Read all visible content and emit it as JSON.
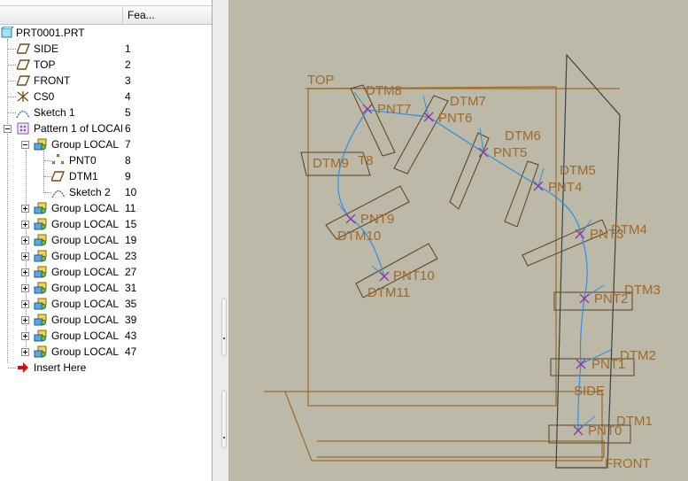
{
  "tree": {
    "column_feature": "Fea...",
    "items": [
      {
        "label": "PRT0001.PRT",
        "num": ""
      },
      {
        "label": "SIDE",
        "num": "1"
      },
      {
        "label": "TOP",
        "num": "2"
      },
      {
        "label": "FRONT",
        "num": "3"
      },
      {
        "label": "CS0",
        "num": "4"
      },
      {
        "label": "Sketch 1",
        "num": "5"
      },
      {
        "label": "Pattern 1 of LOCAL",
        "num": "6"
      },
      {
        "label": "Group LOCAL",
        "num": "7"
      },
      {
        "label": "PNT0",
        "num": "8"
      },
      {
        "label": "DTM1",
        "num": "9"
      },
      {
        "label": "Sketch 2",
        "num": "10"
      },
      {
        "label": "Group LOCAL",
        "num": "11"
      },
      {
        "label": "Group LOCAL",
        "num": "15"
      },
      {
        "label": "Group LOCAL",
        "num": "19"
      },
      {
        "label": "Group LOCAL",
        "num": "23"
      },
      {
        "label": "Group LOCAL",
        "num": "27"
      },
      {
        "label": "Group LOCAL",
        "num": "31"
      },
      {
        "label": "Group LOCAL",
        "num": "35"
      },
      {
        "label": "Group LOCAL",
        "num": "39"
      },
      {
        "label": "Group LOCAL",
        "num": "43"
      },
      {
        "label": "Group LOCAL",
        "num": "47"
      },
      {
        "label": "Insert Here",
        "num": ""
      }
    ]
  },
  "viewport": {
    "labels": {
      "top": "TOP",
      "side": "SIDE",
      "front": "FRONT",
      "dtm1": "DTM1",
      "dtm2": "DTM2",
      "dtm3": "DTM3",
      "dtm4": "DTM4",
      "dtm5": "DTM5",
      "dtm6": "DTM6",
      "dtm7": "DTM7",
      "dtm8": "DTM8",
      "dtm9": "DTM9",
      "dtm10": "DTM10",
      "dtm11": "DTM11",
      "pnt0": "PNT0",
      "pnt1": "PNT1",
      "pnt2": "PNT2",
      "pnt3": "PNT3",
      "pnt4": "PNT4",
      "pnt5": "PNT5",
      "pnt6": "PNT6",
      "pnt7": "PNT7",
      "pnt8": "T8",
      "pnt9": "PNT9",
      "pnt10": "PNT10"
    }
  },
  "colors": {
    "datum": "#9c6a2a",
    "curve": "#2f8fe0",
    "point": "#8a3aa0",
    "edge": "#404040",
    "background": "#bcb9a8"
  }
}
